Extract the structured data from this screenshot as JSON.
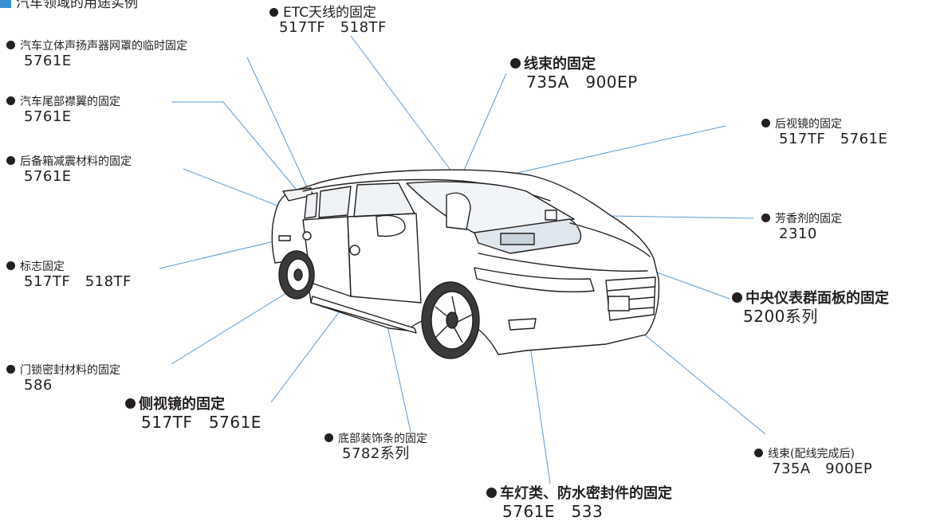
{
  "header": {
    "title": "汽车领域的用途实例",
    "accent": "#3a8fd2"
  },
  "leader_color": "#5b9bd5",
  "annotations": {
    "etc": {
      "label": "ETC天线的固定",
      "codes": "517TF　518TF"
    },
    "speaker": {
      "label": "汽车立体声扬声器网罩的临时固定",
      "codes": "5761E"
    },
    "harness": {
      "label": "线束的固定",
      "codes": "735A　900EP"
    },
    "spoiler": {
      "label": "汽车尾部襟翼的固定",
      "codes": "5761E"
    },
    "mirror_rear": {
      "label": "后视镜的固定",
      "codes": "517TF　5761E"
    },
    "trunk": {
      "label": "后备箱减震材料的固定",
      "codes": "5761E"
    },
    "fragrance": {
      "label": "芳香剂的固定",
      "codes": "2310"
    },
    "emblem": {
      "label": "标志固定",
      "codes": "517TF　518TF"
    },
    "cluster": {
      "label": "中央仪表群面板的固定",
      "codes": "5200系列"
    },
    "door_seal": {
      "label": "门锁密封材料的固定",
      "codes": "586"
    },
    "side_mirror": {
      "label": "侧视镜的固定",
      "codes": "517TF　5761E"
    },
    "molding": {
      "label": "底部装饰条的固定",
      "codes": "5782系列"
    },
    "harness_after": {
      "label": "线束(配线完成后)",
      "codes": "735A　900EP"
    },
    "lamp": {
      "label": "车灯类、防水密封件的固定",
      "codes": "5761E　533"
    }
  }
}
